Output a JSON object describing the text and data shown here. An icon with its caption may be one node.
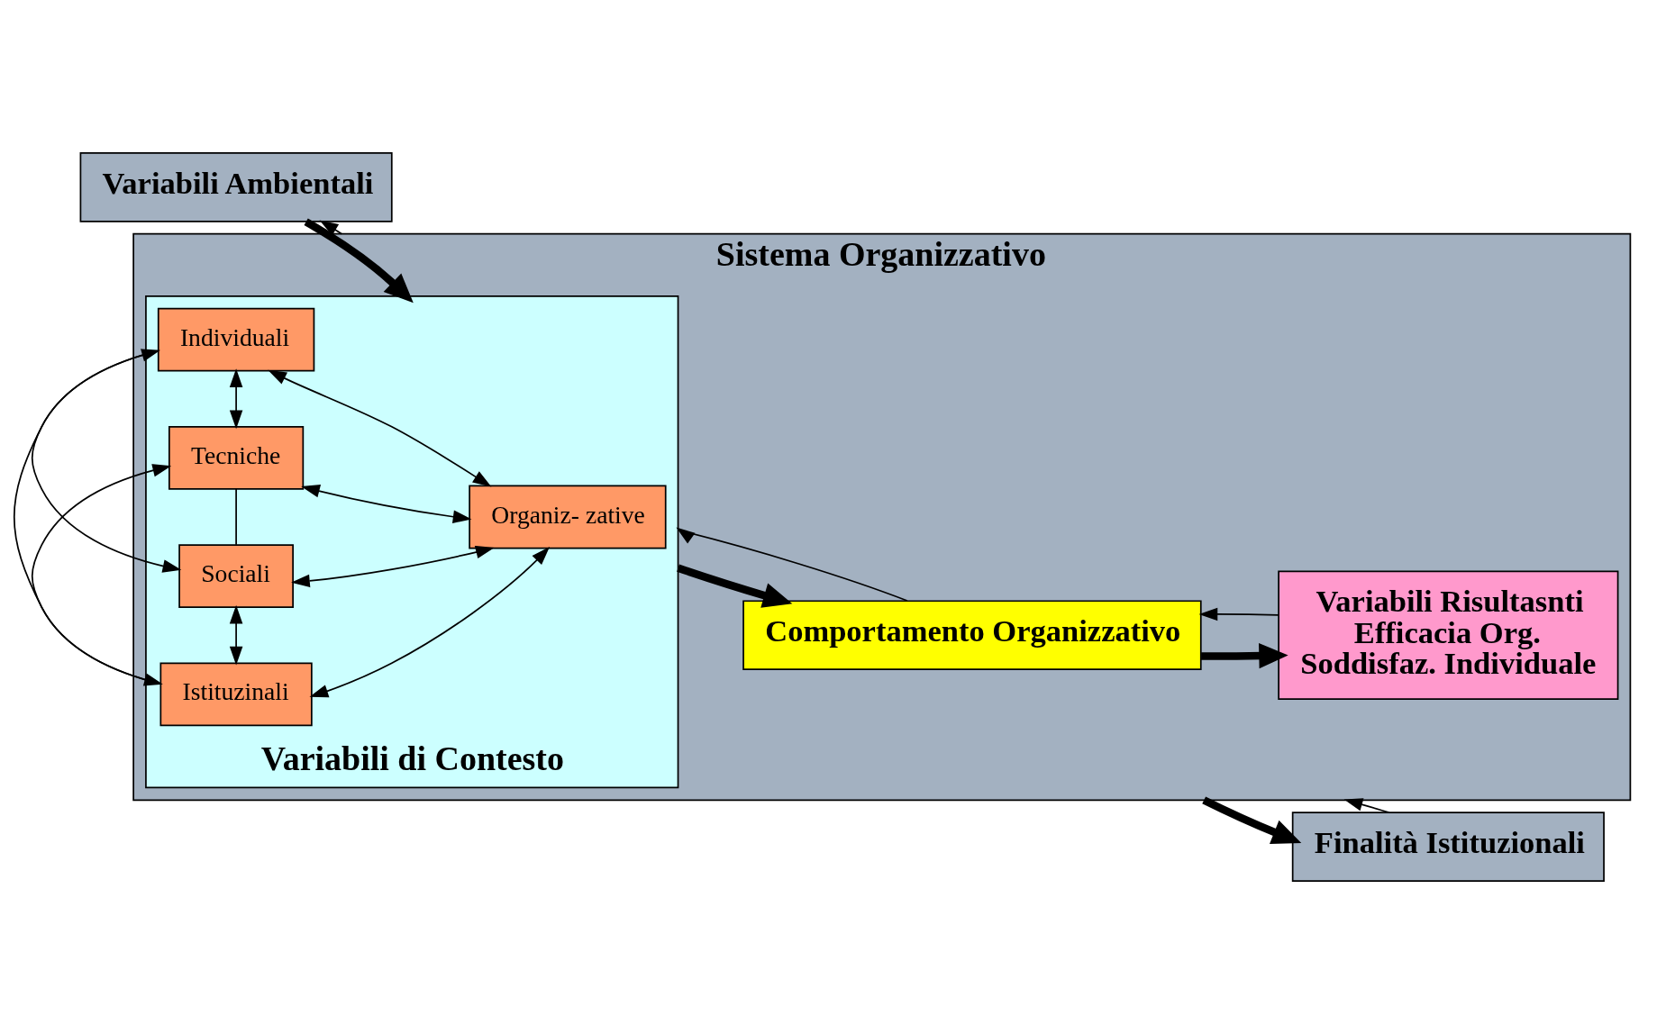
{
  "diagram": {
    "nodes": [
      {
        "text": [
          "Variabili Ambientali"
        ]
      },
      {
        "text": [
          "Sistema Organizzativo"
        ]
      },
      {
        "text": [
          "Variabili di Contesto"
        ],
        "in": 1
      },
      {
        "text": [
          "Individuali"
        ],
        "in": 2
      },
      {
        "text": [
          "Tecniche"
        ],
        "in": 2
      },
      {
        "text": [
          "Organiz- zative"
        ],
        "in": 2
      },
      {
        "text": [
          "Sociali"
        ],
        "in": 2
      },
      {
        "text": [
          "Istituzinali"
        ],
        "in": 2
      },
      {
        "text": [
          "Comportamento Organizzativo"
        ],
        "in": 1
      },
      {
        "text": [
          "Variabili Risultasnti",
          "Efficacia Org.",
          "Soddisfaz. Individuale"
        ],
        "in": 1
      },
      {
        "text": [
          "Finalità Istituzionali"
        ]
      }
    ],
    "edges": [
      {
        "from": 0,
        "to": 2,
        "arrow": "to",
        "style": "thick"
      },
      {
        "from": 2,
        "to": 8,
        "arrow": "to",
        "style": "thick"
      },
      {
        "from": 8,
        "to": 9,
        "arrow": "to",
        "style": "thick"
      },
      {
        "from": 1,
        "to": 10,
        "arrow": "to",
        "style": "thick"
      },
      {
        "from": 3,
        "to": 4,
        "arrow": "both"
      },
      {
        "from": 3,
        "to": 5,
        "arrow": "both"
      },
      {
        "from": 4,
        "to": 5,
        "arrow": "both"
      },
      {
        "from": 3,
        "to": 6,
        "arrow": "both"
      },
      {
        "from": 4,
        "to": 7,
        "arrow": "both"
      },
      {
        "from": 3,
        "to": 7,
        "arrow": "none"
      },
      {
        "from": 4,
        "to": 6,
        "arrow": "none"
      },
      {
        "from": 5,
        "to": 6,
        "arrow": "both"
      },
      {
        "from": 5,
        "to": 7,
        "arrow": "both"
      },
      {
        "from": 6,
        "to": 7,
        "arrow": "both"
      },
      {
        "from": 10,
        "to": 1,
        "arrow": "to"
      },
      {
        "from": 1,
        "to": 0,
        "arrow": "to"
      },
      {
        "from": 9,
        "to": 8,
        "arrow": "to"
      },
      {
        "from": 8,
        "to": 2,
        "arrow": "to"
      }
    ]
  }
}
